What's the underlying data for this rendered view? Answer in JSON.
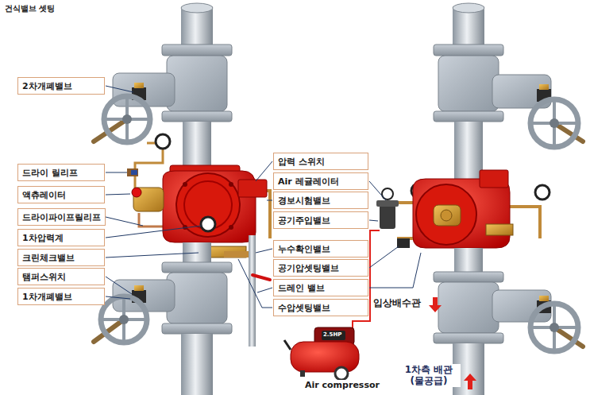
{
  "diagram": {
    "title": "건식밸브 셋팅",
    "nodes": [
      {
        "text": [
          "2차개폐밸브"
        ]
      },
      {
        "text": [
          "드라이 릴리프"
        ]
      },
      {
        "text": [
          "액츄레이터"
        ]
      },
      {
        "text": [
          "드라이파이프릴리프"
        ]
      },
      {
        "text": [
          "1차압력계"
        ]
      },
      {
        "text": [
          "크린체크밸브"
        ]
      },
      {
        "text": [
          "탬퍼스위치"
        ]
      },
      {
        "text": [
          "1차개폐밸브"
        ]
      },
      {
        "text": [
          "압력 스위치"
        ]
      },
      {
        "text": [
          "Air 레귤레이터"
        ]
      },
      {
        "text": [
          "경보시험밸브"
        ]
      },
      {
        "text": [
          "공기주입밸브"
        ]
      },
      {
        "text": [
          "누수확인밸브"
        ]
      },
      {
        "text": [
          "공기압셋팅밸브"
        ]
      },
      {
        "text": [
          "드레인 밸브"
        ]
      },
      {
        "text": [
          "수압셋팅밸브"
        ]
      }
    ],
    "labels": [
      "입상배수관",
      "1차측 배관 (물공급)",
      "Air compressor",
      "2.5HP"
    ]
  }
}
